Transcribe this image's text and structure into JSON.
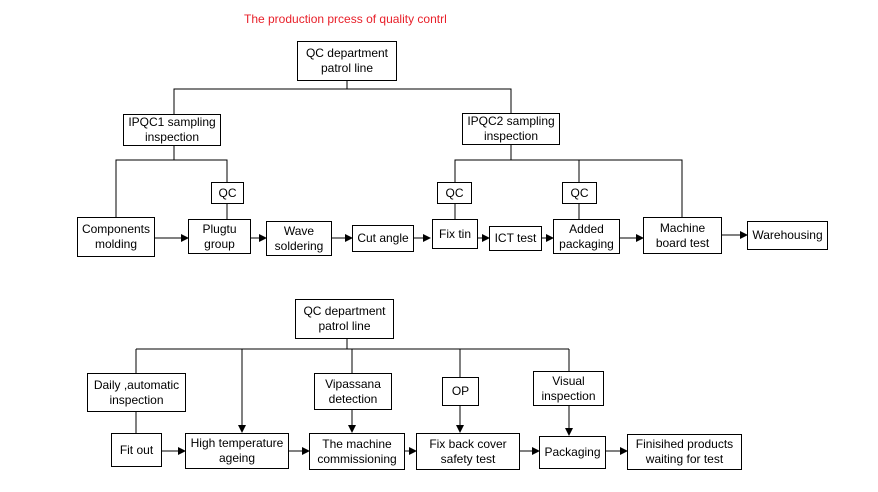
{
  "title": "The production prcess of quality contrl",
  "colors": {
    "title": "#e8202a",
    "lines": "#000000"
  },
  "top": {
    "qc_patrol": "QC department\npatrol  line",
    "ipqc1": "IPQC1 sampling\ninspection",
    "ipqc2": "IPQC2 sampling\ninspection",
    "qc_1": "QC",
    "qc_2": "QC",
    "qc_3": "QC",
    "steps": [
      "Components\nmolding",
      "Plugtu\ngroup",
      "Wave\nsoldering",
      "Cut angle",
      "Fix tin",
      "ICT test",
      "Added\npackaging",
      "Machine\nboard test",
      "Warehousing"
    ]
  },
  "bottom": {
    "qc_patrol": "QC department\npatrol  line",
    "daily": "Daily ,automatic\ninspection",
    "vipassana": "Vipassana\ndetection",
    "op": "OP",
    "visual": "Visual\ninspection",
    "steps": [
      "Fit out",
      "High temperature\nageing",
      "The machine\ncommissioning",
      "Fix back cover\nsafety test",
      "Packaging",
      "Finisihed products\nwaiting for test"
    ]
  }
}
